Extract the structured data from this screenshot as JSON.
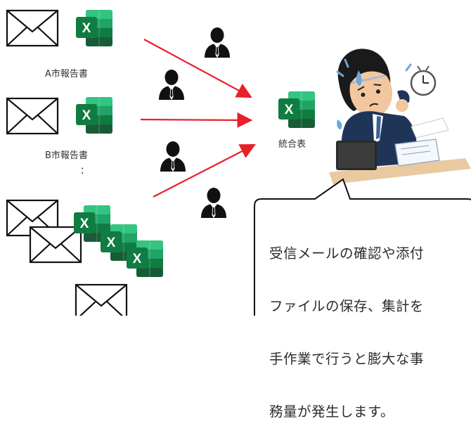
{
  "labels": {
    "report_a": "A市報告書",
    "report_b": "B市報告書",
    "ellipsis": "：",
    "consolidated": "統合表"
  },
  "icons": {
    "excel_letter": "X"
  },
  "bubble": {
    "lines": [
      "受信メールの確認や添付",
      "ファイルの保存、集計を",
      "手作業で行うと膨大な事",
      "務量が発生します。"
    ]
  },
  "colors": {
    "arrow": "#e8202a",
    "excel_dark": "#185c37",
    "excel_mid": "#21a366",
    "excel_light": "#33c481"
  }
}
